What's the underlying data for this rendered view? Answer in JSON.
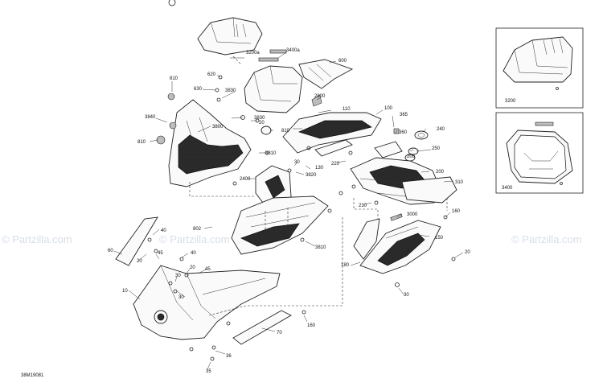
{
  "diagram_id": "38M19081",
  "watermark_text": "© Partzilla.com",
  "callouts": [
    {
      "id": "c3200a",
      "text": "3200a"
    },
    {
      "id": "c3400a",
      "text": "3400a"
    },
    {
      "id": "c600",
      "text": "600"
    },
    {
      "id": "c810a",
      "text": "810"
    },
    {
      "id": "c620",
      "text": "620"
    },
    {
      "id": "c630",
      "text": "630"
    },
    {
      "id": "c3830a",
      "text": "3830"
    },
    {
      "id": "c2800",
      "text": "2800"
    },
    {
      "id": "c110",
      "text": "110"
    },
    {
      "id": "c100",
      "text": "100"
    },
    {
      "id": "c365",
      "text": "365"
    },
    {
      "id": "c3840",
      "text": "3840"
    },
    {
      "id": "c3800",
      "text": "3800"
    },
    {
      "id": "c3830b",
      "text": "3830"
    },
    {
      "id": "c20a",
      "text": "20"
    },
    {
      "id": "c810b",
      "text": "810"
    },
    {
      "id": "c360",
      "text": "360"
    },
    {
      "id": "c240",
      "text": "240"
    },
    {
      "id": "c810c",
      "text": "810"
    },
    {
      "id": "c250",
      "text": "250"
    },
    {
      "id": "c3810a",
      "text": "3810"
    },
    {
      "id": "c200a",
      "text": "200"
    },
    {
      "id": "c130",
      "text": "130"
    },
    {
      "id": "c220",
      "text": "220"
    },
    {
      "id": "c30a",
      "text": "30"
    },
    {
      "id": "c3820",
      "text": "3820"
    },
    {
      "id": "c200b",
      "text": "200"
    },
    {
      "id": "c310",
      "text": "310"
    },
    {
      "id": "c2400",
      "text": "2400"
    },
    {
      "id": "c230",
      "text": "230"
    },
    {
      "id": "c3000",
      "text": "3000"
    },
    {
      "id": "c160a",
      "text": "160"
    },
    {
      "id": "c40a",
      "text": "40"
    },
    {
      "id": "c802",
      "text": "802"
    },
    {
      "id": "c150",
      "text": "150"
    },
    {
      "id": "c60",
      "text": "60"
    },
    {
      "id": "c20b",
      "text": "20"
    },
    {
      "id": "c45a",
      "text": "45"
    },
    {
      "id": "c3810b",
      "text": "3810"
    },
    {
      "id": "c40b",
      "text": "40"
    },
    {
      "id": "c20c",
      "text": "20"
    },
    {
      "id": "c180",
      "text": "180"
    },
    {
      "id": "c20d",
      "text": "20"
    },
    {
      "id": "c45b",
      "text": "45"
    },
    {
      "id": "c30b",
      "text": "30"
    },
    {
      "id": "c10",
      "text": "10"
    },
    {
      "id": "c30c",
      "text": "30"
    },
    {
      "id": "c160b",
      "text": "160"
    },
    {
      "id": "c70",
      "text": "70"
    },
    {
      "id": "c36",
      "text": "36"
    },
    {
      "id": "c35",
      "text": "35"
    },
    {
      "id": "c3200",
      "text": "3200"
    },
    {
      "id": "c3400",
      "text": "3400"
    }
  ]
}
